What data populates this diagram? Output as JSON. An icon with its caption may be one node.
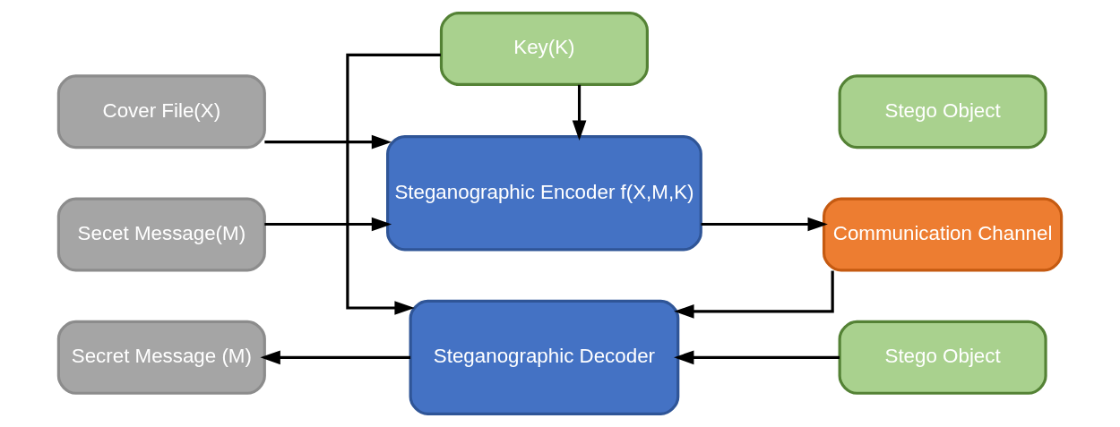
{
  "diagram": {
    "nodes": [
      {
        "text": [
          "Cover File(X)"
        ]
      },
      {
        "text": [
          "Secet Message(M)"
        ]
      },
      {
        "text": [
          "Steganographic Encoder f(X,M,K)"
        ]
      },
      {
        "text": [
          "Stego Object"
        ]
      },
      {
        "text": [
          "Key(K)"
        ]
      },
      {
        "text": [
          "Communication Channel"
        ]
      },
      {
        "text": [
          "Secret Message (M)"
        ]
      },
      {
        "text": [
          "Steganographic Decoder"
        ]
      },
      {
        "text": [
          "Stego Object"
        ]
      }
    ],
    "edges": [
      {
        "from": 0,
        "to": 2,
        "arrow": "to"
      },
      {
        "from": 1,
        "to": 2,
        "arrow": "to"
      },
      {
        "from": 4,
        "to": 2,
        "arrow": "to"
      },
      {
        "from": 2,
        "to": 5,
        "arrow": "to"
      },
      {
        "from": 4,
        "to": 7,
        "arrow": "to"
      },
      {
        "from": 5,
        "to": 7,
        "arrow": "to"
      },
      {
        "from": 7,
        "to": 6,
        "arrow": "to"
      },
      {
        "from": 8,
        "to": 7,
        "arrow": "to"
      }
    ]
  }
}
